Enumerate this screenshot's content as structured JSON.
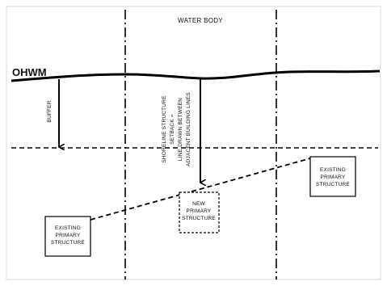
{
  "diagram": {
    "water_body_label": "WATER BODY",
    "ohwm_label": "OHWM",
    "buffer_label": "BUFFER",
    "setback_label_lines": [
      "SHORELINE STRUCTURE",
      "SETBACK =",
      "LINE DRAWN BETWEEN",
      "ADJACENT BUILDING LINES"
    ],
    "structures": [
      {
        "id": "existing-left",
        "lines": [
          "EXISTING",
          "PRIMARY",
          "STRUCTURE"
        ],
        "style": "solid"
      },
      {
        "id": "new-center",
        "lines": [
          "NEW",
          "PRIMARY",
          "STRUCTURE"
        ],
        "style": "dashed"
      },
      {
        "id": "existing-right",
        "lines": [
          "EXISTING",
          "PRIMARY",
          "STRUCTURE"
        ],
        "style": "solid"
      }
    ]
  }
}
